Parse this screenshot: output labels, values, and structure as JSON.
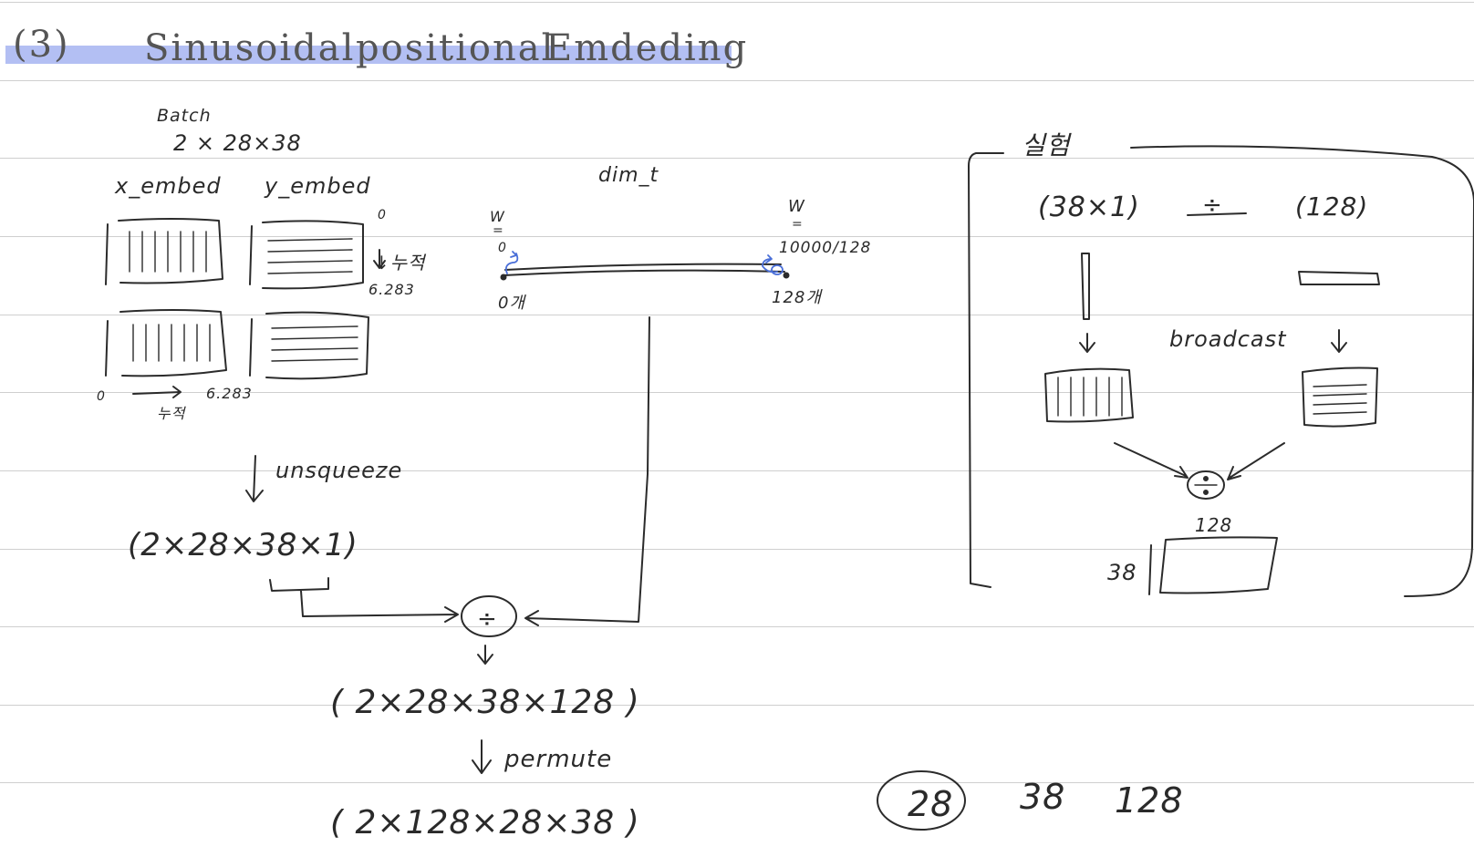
{
  "title": {
    "number": "(3)",
    "words": [
      "Sinusoidal",
      "positional",
      "Emdeding"
    ]
  },
  "left": {
    "batch_label": "Batch",
    "batch_shape": "2 × 28×38",
    "x_embed": "x_embed",
    "y_embed": "y_embed",
    "y_range_start": "0",
    "y_range_end": "6.283",
    "y_count": "↓누적",
    "x_range_start": "0",
    "x_range_end": "6.283",
    "x_count": "누적",
    "unsqueeze": "unsqueeze",
    "unsqueeze_shape": "(2×28×38×1)",
    "divide_symbol": "÷",
    "result_shape": "( 2×28×38×128 )",
    "permute": "permute",
    "permute_shape": "( 2×128×28×38 )"
  },
  "dim_t": {
    "label": "dim_t",
    "left_w": "W",
    "left_eq": "=",
    "left_val": "0",
    "left_idx": "0개",
    "right_w": "W",
    "right_eq": "=",
    "right_val": "10000/128",
    "right_idx": "128개"
  },
  "box": {
    "title": "실험",
    "left_shape": "(38×1)",
    "divide_symbol": "÷",
    "right_shape": "(128)",
    "broadcast": "broadcast",
    "result_top": "128",
    "result_side": "38"
  },
  "bottom": {
    "circled": "28",
    "second": "38",
    "third": "128"
  }
}
